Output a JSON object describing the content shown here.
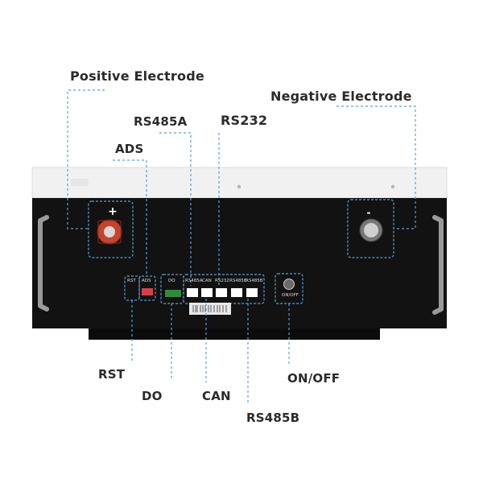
{
  "callouts": {
    "positive": "Positive Electrode",
    "negative": "Negative Electrode",
    "rs485a": "RS485A",
    "rs232": "RS232",
    "ads": "ADS",
    "rst": "RST",
    "do": "DO",
    "can": "CAN",
    "onoff": "ON/OFF",
    "rs485b": "RS485B"
  },
  "panel_labels": {
    "rst": "RST",
    "ads": "ADS",
    "do": "DO",
    "rs485a": "RS485A",
    "can": "CAN",
    "rs232": "RS232",
    "rs485b": "RS485B",
    "rs485b2": "RS485B",
    "onoff": "ON/OFF"
  },
  "terminal_signs": {
    "positive": "+",
    "negative": "-"
  },
  "colors": {
    "callout_line": "#5a9fd6",
    "panel": "#111111",
    "top_plate": "#f1f1f1",
    "positive_terminal": "#c8432c"
  }
}
